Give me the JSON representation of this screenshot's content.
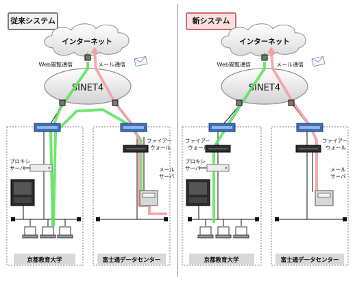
{
  "panels": [
    {
      "title": "従来システム",
      "cloud_label": "インターネット",
      "web_label": "Web閲覧通信",
      "mail_label": "メール通信",
      "sinet_label": "SINET4",
      "left_site": {
        "label": "京都教育大学",
        "proxy_label": [
          "プロキシ",
          "サーバ"
        ]
      },
      "right_site": {
        "label": "富士通データセンター",
        "firewall_label": [
          "ファイアー",
          "ウォール"
        ],
        "mail_server_label": [
          "メール",
          "サーバ"
        ]
      }
    },
    {
      "title": "新システム",
      "cloud_label": "インターネット",
      "web_label": "Web閲覧通信",
      "mail_label": "メール通信",
      "sinet_label": "SINET4",
      "left_site": {
        "label": "京都教育大学",
        "firewall_label": [
          "ファイアー",
          "ウォール"
        ],
        "proxy_label": [
          "プロキシ",
          "サーバ"
        ]
      },
      "right_site": {
        "label": "富士通データセンター",
        "firewall_label": [
          "ファイアー",
          "ウォール"
        ],
        "mail_server_label": [
          "メール",
          "サーバ"
        ]
      }
    }
  ],
  "colors": {
    "web_path": "#59e05a",
    "mail_path": "#f2a1a6",
    "cloud_fill": "#eeeeee",
    "switch_blue": "#3e6fb7",
    "site_border": "#808080",
    "site_label_bg": "#d8d8d8"
  }
}
